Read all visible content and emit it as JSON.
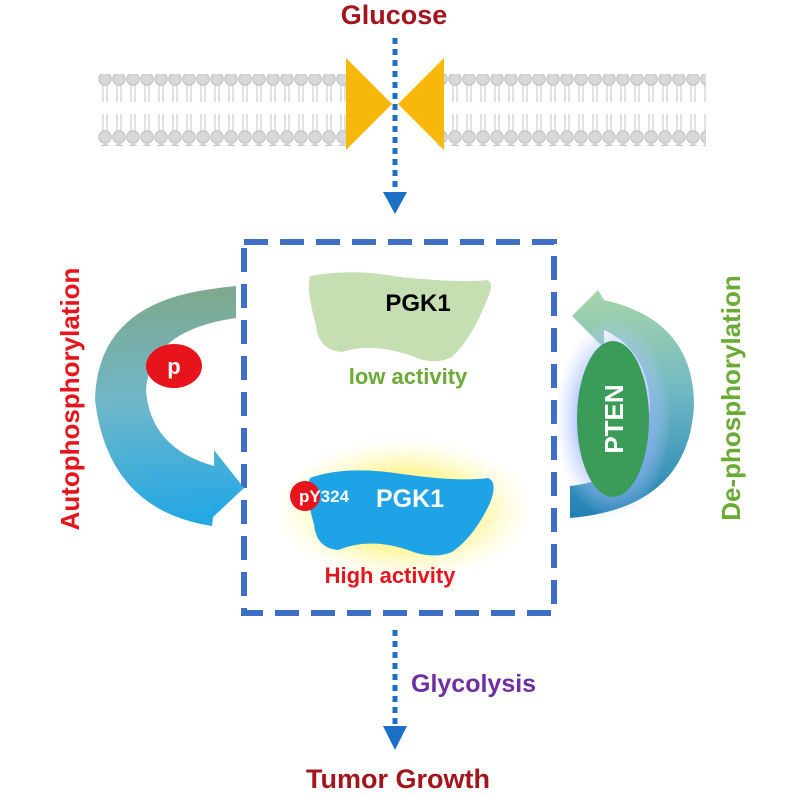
{
  "labels": {
    "glucose": "Glucose",
    "pgk1_low": "PGK1",
    "low_activity": "low activity",
    "pgk1_high": "PGK1",
    "py324": "pY324",
    "high_activity": "High activity",
    "autophosphorylation": "Autophosphorylation",
    "p": "p",
    "pten": "PTEN",
    "dephosphorylation": "De-phosphorylation",
    "glycolysis": "Glycolysis",
    "tumor_growth": "Tumor Growth"
  },
  "colors": {
    "dark_red": "#a3151c",
    "red": "#e8141c",
    "blue_dash": "#3d6fc4",
    "arrow_blue": "#1c6fc4",
    "green_text": "#6aaa35",
    "pale_green": "#c5dfb3",
    "pgk1_blue": "#1ea4e6",
    "pten_green": "#3b9c5a",
    "purple": "#6d2fa3",
    "transporter": "#f7b80a",
    "membrane": "#d9d9d9"
  }
}
